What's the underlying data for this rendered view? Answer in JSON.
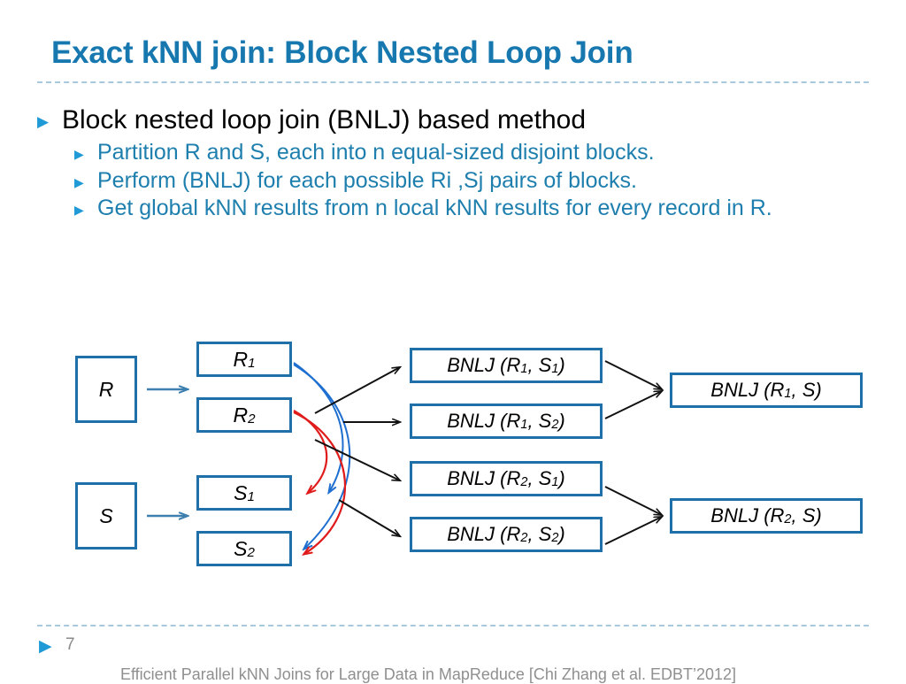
{
  "slide": {
    "title": "Exact kNN join: Block Nested Loop Join",
    "bullets": [
      {
        "level": 1,
        "marker": "triangle-bullet",
        "text": "Block nested loop join (BNLJ) based method"
      },
      {
        "level": 2,
        "marker": "triangle-bullet",
        "text": "Partition R and S, each into n equal-sized disjoint blocks."
      },
      {
        "level": 2,
        "marker": "triangle-bullet",
        "text": "Perform (BNLJ) for each possible Ri ,Sj pairs of blocks."
      },
      {
        "level": 2,
        "marker": "triangle-bullet",
        "text": "Get global kNN results from n local kNN results for every record in R."
      }
    ]
  },
  "diagram": {
    "source_boxes": [
      {
        "id": "R",
        "base": "R",
        "sub": ""
      },
      {
        "id": "S",
        "base": "S",
        "sub": ""
      }
    ],
    "partition_boxes": [
      {
        "id": "R1",
        "base": "R",
        "sub": "1"
      },
      {
        "id": "R2",
        "base": "R",
        "sub": "2"
      },
      {
        "id": "S1",
        "base": "S",
        "sub": "1"
      },
      {
        "id": "S2",
        "base": "S",
        "sub": "2"
      }
    ],
    "pair_boxes": [
      {
        "id": "P11",
        "prefix": "BNLJ (R",
        "sub1": "1",
        "mid": ",  S",
        "sub2": "1",
        "suffix": ")"
      },
      {
        "id": "P12",
        "prefix": "BNLJ (R",
        "sub1": "1",
        "mid": ",  S",
        "sub2": "2",
        "suffix": ")"
      },
      {
        "id": "P21",
        "prefix": "BNLJ (R",
        "sub1": "2",
        "mid": ",  S",
        "sub2": "1",
        "suffix": ")"
      },
      {
        "id": "P22",
        "prefix": "BNLJ (R",
        "sub1": "2",
        "mid": ",  S",
        "sub2": "2",
        "suffix": ")"
      }
    ],
    "result_boxes": [
      {
        "id": "RES1",
        "prefix": "BNLJ (R",
        "sub1": "1",
        "mid": ",  S",
        "suffix": ")"
      },
      {
        "id": "RES2",
        "prefix": "BNLJ (R",
        "sub1": "2",
        "mid": ",  S",
        "suffix": ")"
      }
    ],
    "colors": {
      "box_border": "#1f6fa8",
      "split_arrow": "#3d7fae",
      "curve_blue": "#1f6fd0",
      "curve_red": "#e01b1b",
      "flow_arrow": "#111111"
    }
  },
  "footer": {
    "page_number": "7",
    "marker": "triangle-bullet",
    "citation": "Efficient Parallel kNN Joins for Large Data in MapReduce  [Chi Zhang et al.  EDBT’2012]"
  }
}
